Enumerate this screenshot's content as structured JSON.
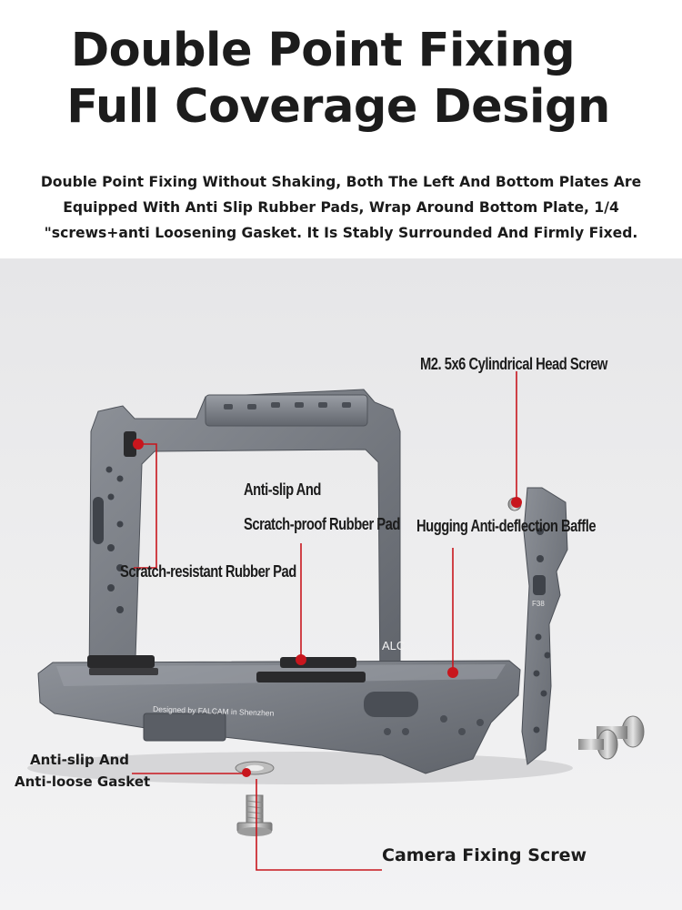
{
  "header": {
    "title_line1": "Double Point Fixing",
    "title_line2": "Full Coverage Design",
    "description_line1": "Double Point Fixing Without Shaking, Both The Left And Bottom Plates Are",
    "description_line2": "Equipped With Anti Slip Rubber Pads, Wrap Around Bottom Plate, 1/4",
    "description_line3": "\"screws+anti Loosening Gasket. It Is Stably Surrounded And Firmly Fixed."
  },
  "callouts": {
    "head_screw": "M2. 5x6 Cylindrical Head Screw",
    "rubber_pad_line1": "Anti-slip And",
    "rubber_pad_line2": "Scratch-proof Rubber Pad",
    "baffle": "Hugging Anti-deflection Baffle",
    "scratch_pad": "Scratch-resistant Rubber Pad",
    "gasket_line1": "Anti-slip And",
    "gasket_line2": "Anti-loose Gasket",
    "camera_screw": "Camera Fixing Screw"
  },
  "product": {
    "engraving": "Designed by FALCAM in Shenzhen",
    "side_mark": "F38",
    "brand_partial": "ALC"
  },
  "colors": {
    "accent_red": "#c8161d",
    "metal": "#7b7f86",
    "metal_dark": "#5c6067",
    "rubber": "#2a2a2c"
  }
}
